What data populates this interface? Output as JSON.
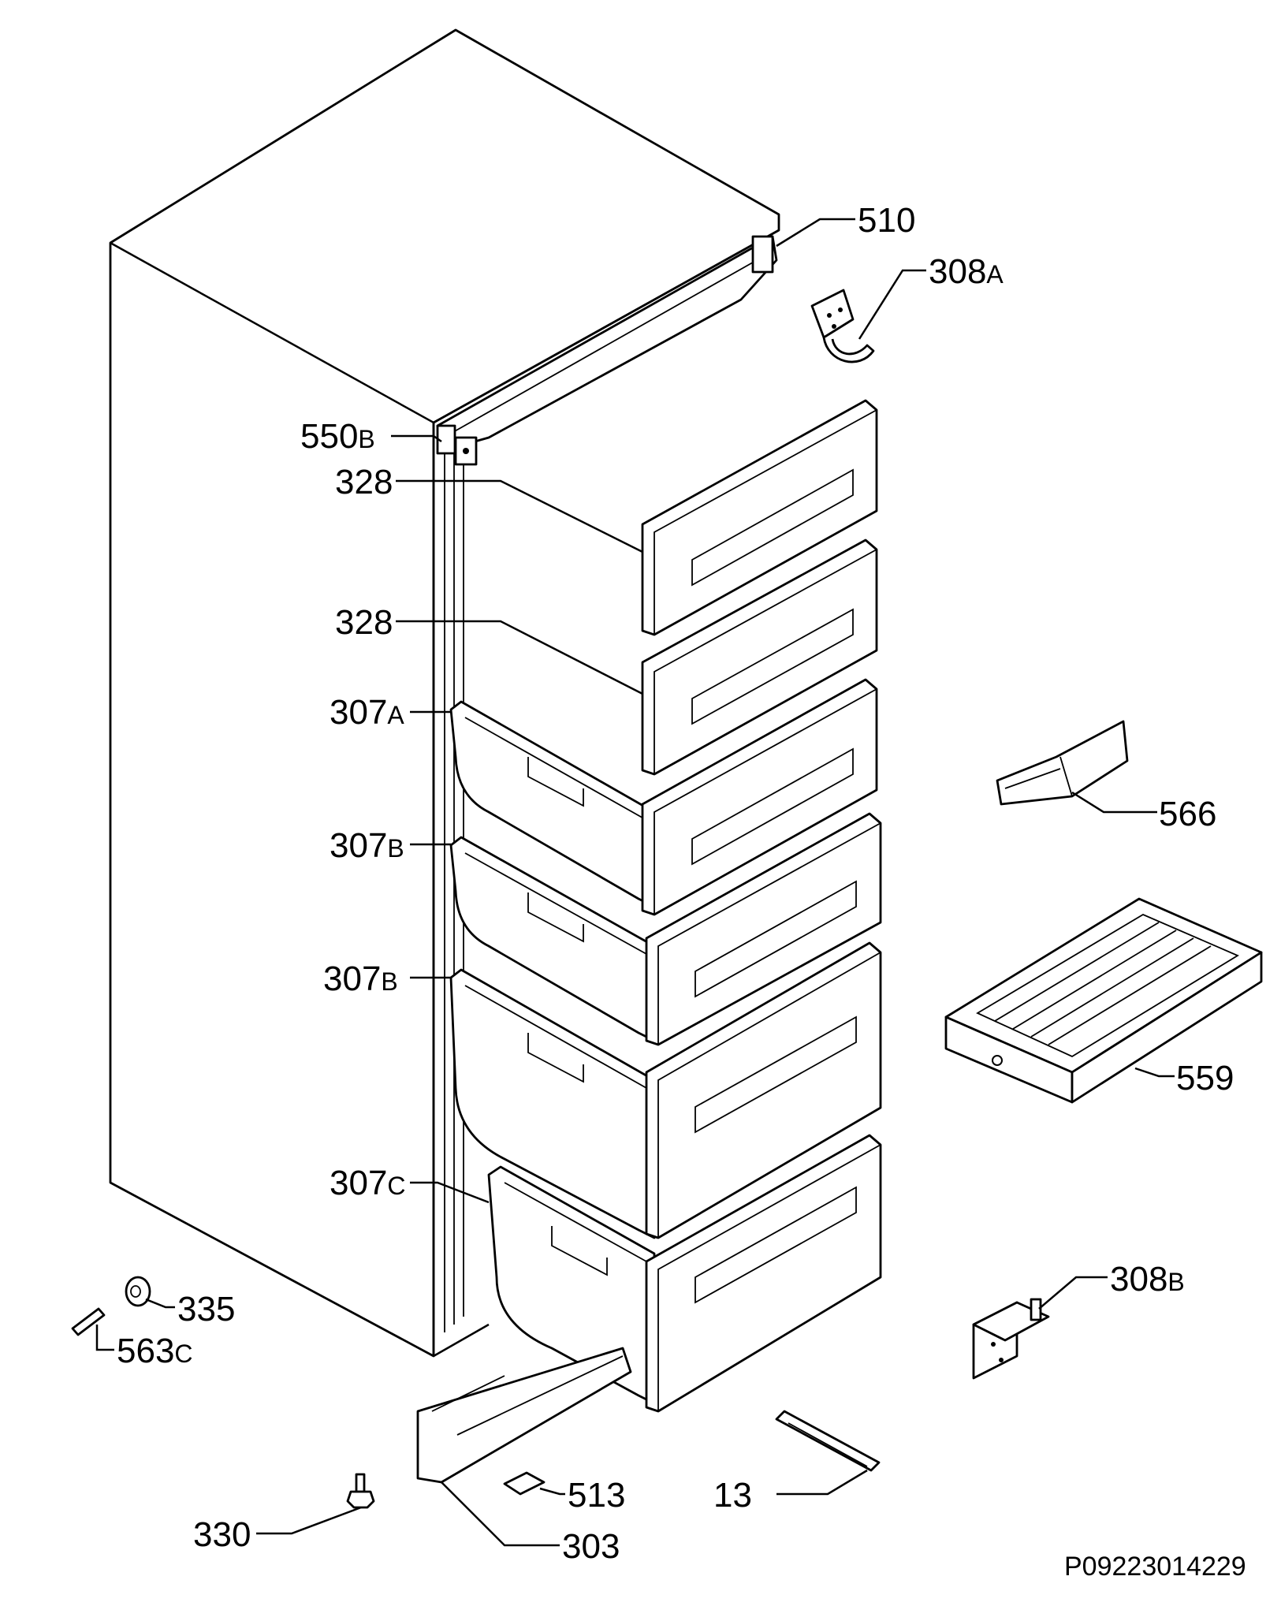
{
  "diagram": {
    "labels": [
      {
        "id": "510",
        "num": "510",
        "suffix": ""
      },
      {
        "id": "308A",
        "num": "308",
        "suffix": "A"
      },
      {
        "id": "550B",
        "num": "550",
        "suffix": "B"
      },
      {
        "id": "328a",
        "num": "328",
        "suffix": ""
      },
      {
        "id": "328b",
        "num": "328",
        "suffix": ""
      },
      {
        "id": "307A",
        "num": "307",
        "suffix": "A"
      },
      {
        "id": "307B1",
        "num": "307",
        "suffix": "B"
      },
      {
        "id": "307B2",
        "num": "307",
        "suffix": "B"
      },
      {
        "id": "307C",
        "num": "307",
        "suffix": "C"
      },
      {
        "id": "566",
        "num": "566",
        "suffix": ""
      },
      {
        "id": "559",
        "num": "559",
        "suffix": ""
      },
      {
        "id": "308B",
        "num": "308",
        "suffix": "B"
      },
      {
        "id": "335",
        "num": "335",
        "suffix": ""
      },
      {
        "id": "563C",
        "num": "563",
        "suffix": "C"
      },
      {
        "id": "513",
        "num": "513",
        "suffix": ""
      },
      {
        "id": "13",
        "num": "13",
        "suffix": ""
      },
      {
        "id": "330",
        "num": "330",
        "suffix": ""
      },
      {
        "id": "303",
        "num": "303",
        "suffix": ""
      }
    ],
    "drawing_code": "P09223014229"
  }
}
